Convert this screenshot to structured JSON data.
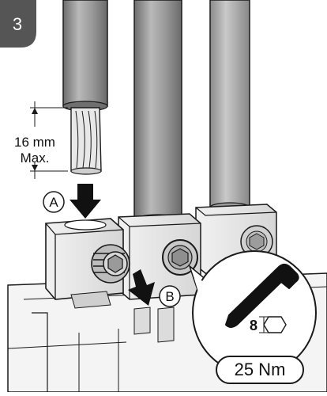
{
  "step": {
    "number": "3"
  },
  "dimension": {
    "value": "16 mm",
    "qualifier": "Max."
  },
  "callouts": {
    "a": "A",
    "b": "B"
  },
  "tool": {
    "size": "8"
  },
  "torque": {
    "value": "25 Nm"
  },
  "colors": {
    "step_badge": "#555555",
    "cable_jacket": "#8e8e8e",
    "metal": "#e6e6e6",
    "outline": "#1a1a1a",
    "arrow": "#111111"
  },
  "icons": {
    "hex_key": "hex-key-icon",
    "hex_socket": "hex-socket-icon",
    "push_arrow": "arrow-icon"
  }
}
